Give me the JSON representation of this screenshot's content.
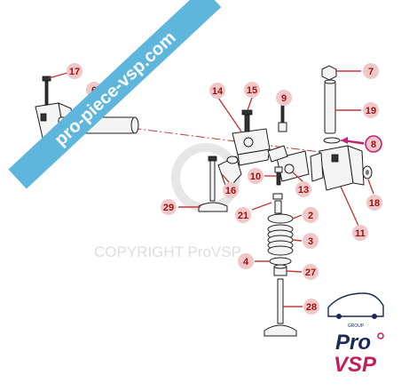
{
  "banner": {
    "text": "pro-piece-vsp.com",
    "color": "#5eb6dc"
  },
  "watermark": {
    "text": "COPYRIGHT ProVSP"
  },
  "logo": {
    "line1": "Pro",
    "line2": "VSP",
    "tag": "GROUP",
    "accent": "#c41e5a",
    "navy": "#1a2a55"
  },
  "colors": {
    "badge_fill": "#f0c8c8",
    "badge_text": "#9b1212",
    "highlight_ring": "#c41e7a"
  },
  "callouts": [
    {
      "id": "17",
      "label": "17"
    },
    {
      "id": "6",
      "label": "6"
    },
    {
      "id": "14",
      "label": "14"
    },
    {
      "id": "15",
      "label": "15"
    },
    {
      "id": "9",
      "label": "9"
    },
    {
      "id": "7",
      "label": "7"
    },
    {
      "id": "19",
      "label": "19"
    },
    {
      "id": "8",
      "label": "8",
      "highlighted": true
    },
    {
      "id": "10",
      "label": "10"
    },
    {
      "id": "16",
      "label": "16"
    },
    {
      "id": "13",
      "label": "13"
    },
    {
      "id": "18",
      "label": "18"
    },
    {
      "id": "29",
      "label": "29"
    },
    {
      "id": "21",
      "label": "21"
    },
    {
      "id": "2",
      "label": "2"
    },
    {
      "id": "11",
      "label": "11"
    },
    {
      "id": "3",
      "label": "3"
    },
    {
      "id": "4",
      "label": "4"
    },
    {
      "id": "27",
      "label": "27"
    },
    {
      "id": "28",
      "label": "28"
    }
  ]
}
